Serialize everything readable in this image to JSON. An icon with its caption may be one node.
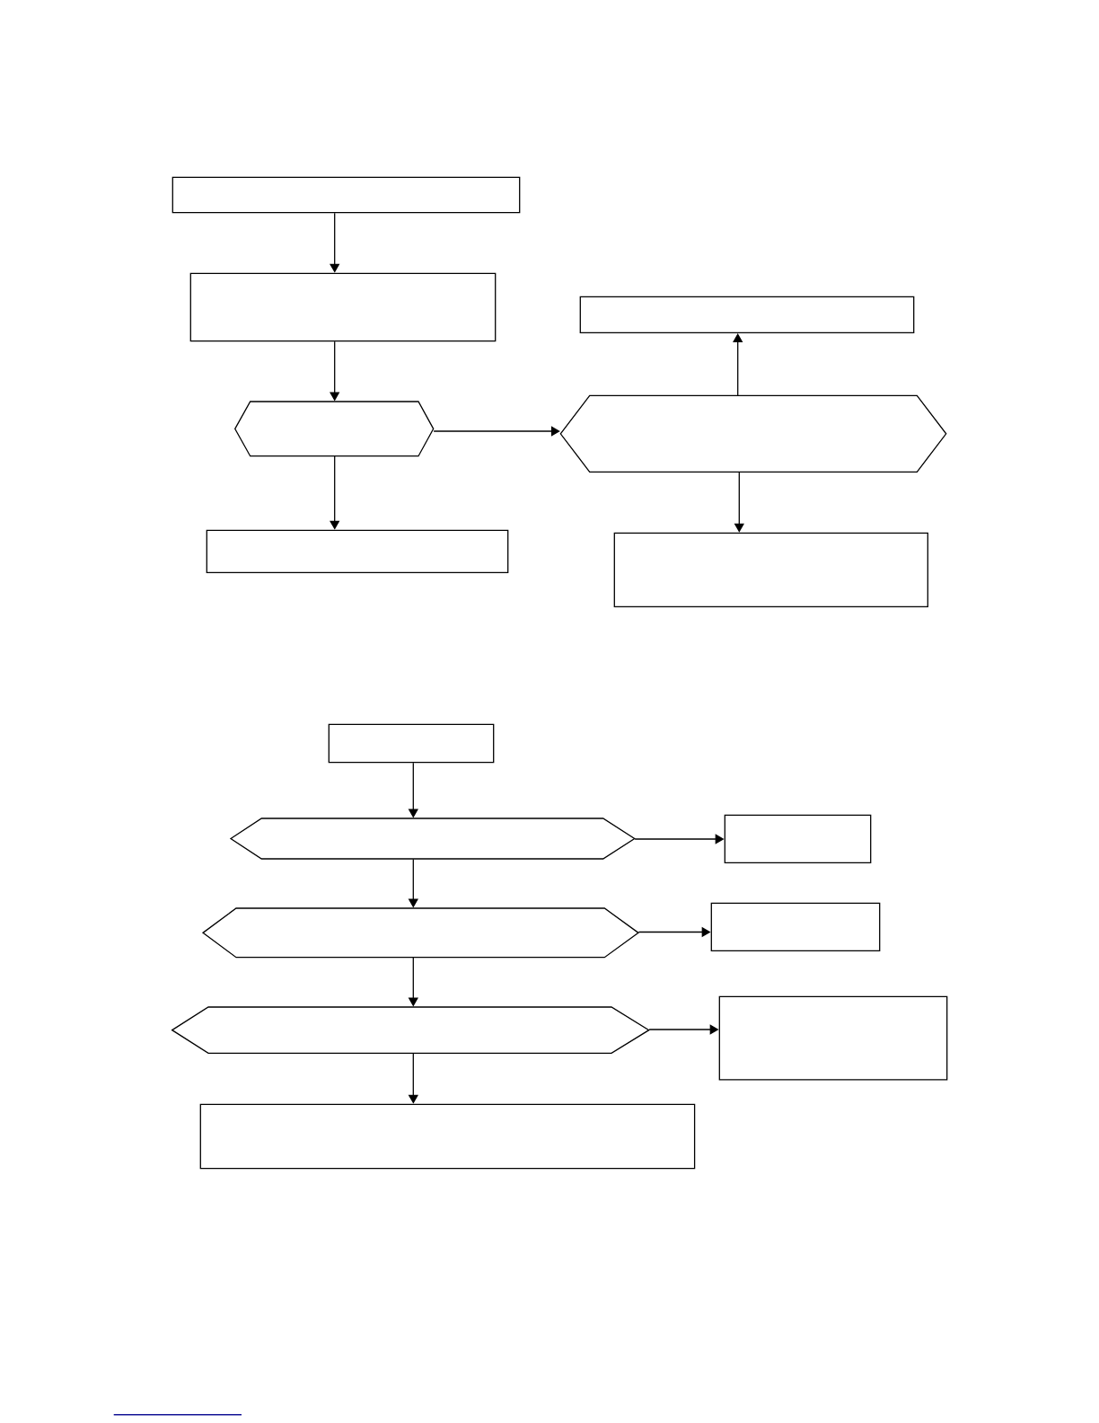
{
  "diagram": {
    "nodes": [
      {
        "text": [],
        "shape": "box"
      },
      {
        "text": [],
        "shape": "box"
      },
      {
        "text": [],
        "shape": "box"
      },
      {
        "text": [],
        "shape": "hexagon"
      },
      {
        "text": [],
        "shape": "hexagon"
      },
      {
        "text": [],
        "shape": "box"
      },
      {
        "text": [],
        "shape": "box"
      },
      {
        "text": [],
        "shape": "box"
      },
      {
        "text": [],
        "shape": "hexagon"
      },
      {
        "text": [],
        "shape": "box"
      },
      {
        "text": [],
        "shape": "hexagon"
      },
      {
        "text": [],
        "shape": "box"
      },
      {
        "text": [],
        "shape": "hexagon"
      },
      {
        "text": [],
        "shape": "box"
      },
      {
        "text": [],
        "shape": "box"
      }
    ],
    "edges": [
      {
        "from": 0,
        "to": 1,
        "arrow": "to"
      },
      {
        "from": 1,
        "to": 3,
        "arrow": "to"
      },
      {
        "from": 3,
        "to": 5,
        "arrow": "to"
      },
      {
        "from": 3,
        "to": 4,
        "arrow": "to"
      },
      {
        "from": 4,
        "to": 2,
        "arrow": "to"
      },
      {
        "from": 4,
        "to": 6,
        "arrow": "to"
      },
      {
        "from": 7,
        "to": 8,
        "arrow": "to"
      },
      {
        "from": 8,
        "to": 9,
        "arrow": "to"
      },
      {
        "from": 8,
        "to": 10,
        "arrow": "to"
      },
      {
        "from": 10,
        "to": 11,
        "arrow": "to"
      },
      {
        "from": 10,
        "to": 12,
        "arrow": "to"
      },
      {
        "from": 12,
        "to": 13,
        "arrow": "to"
      },
      {
        "from": 12,
        "to": 14,
        "arrow": "to"
      }
    ]
  }
}
